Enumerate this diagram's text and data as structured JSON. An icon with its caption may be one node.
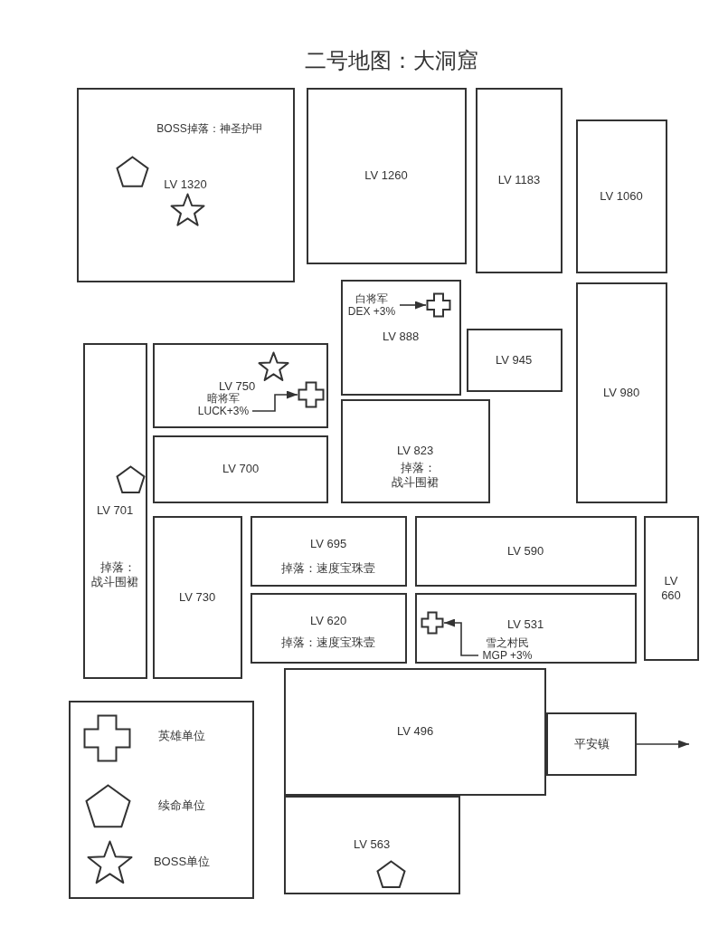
{
  "diagram": {
    "title": "二号地图：大洞窟",
    "nodes": [
      {
        "text": [
          "BOSS掉落：神圣护甲",
          "LV 1320"
        ]
      },
      {
        "text": [
          "LV 1260"
        ]
      },
      {
        "text": [
          "LV 1183"
        ]
      },
      {
        "text": [
          "LV 1060"
        ]
      },
      {
        "text": [
          "LV 888"
        ]
      },
      {
        "text": [
          "白将军 DEX +3%"
        ],
        "in": 4
      },
      {
        "text": [],
        "shape": "cross",
        "in": 4
      },
      {
        "text": [
          "LV 945"
        ]
      },
      {
        "text": [
          "LV 980"
        ]
      },
      {
        "text": [
          "LV 701",
          "掉落：战斗围裙"
        ]
      },
      {
        "text": [
          "LV 750"
        ]
      },
      {
        "text": [
          "暗将军 LUCK+3%"
        ],
        "in": 10
      },
      {
        "text": [],
        "shape": "cross",
        "in": 10
      },
      {
        "text": [
          "LV 823",
          "掉落：战斗围裙"
        ]
      },
      {
        "text": [
          "LV 700"
        ]
      },
      {
        "text": [
          "LV 730"
        ]
      },
      {
        "text": [
          "LV 695",
          "掉落：速度宝珠壹"
        ]
      },
      {
        "text": [
          "LV 590"
        ]
      },
      {
        "text": [
          "LV 660"
        ]
      },
      {
        "text": [
          "LV 620",
          "掉落：速度宝珠壹"
        ]
      },
      {
        "text": [
          "LV 531"
        ]
      },
      {
        "text": [],
        "shape": "cross",
        "in": 20
      },
      {
        "text": [
          "雪之村民 MGP +3%"
        ],
        "in": 20
      },
      {
        "text": [
          "LV 496"
        ]
      },
      {
        "text": [
          "平安镇"
        ]
      },
      {
        "text": [
          "LV 563"
        ]
      }
    ],
    "edges": [
      {
        "from": 5,
        "to": 6,
        "arrow": "to"
      },
      {
        "from": 11,
        "to": 12,
        "arrow": "to"
      },
      {
        "from": 22,
        "to": 21,
        "arrow": "to"
      },
      {
        "from": 24,
        "to": null,
        "arrow": "to"
      }
    ],
    "legend": [
      {
        "text": "英雄单位"
      },
      {
        "text": "续命单位"
      },
      {
        "text": "BOSS单位"
      }
    ]
  }
}
